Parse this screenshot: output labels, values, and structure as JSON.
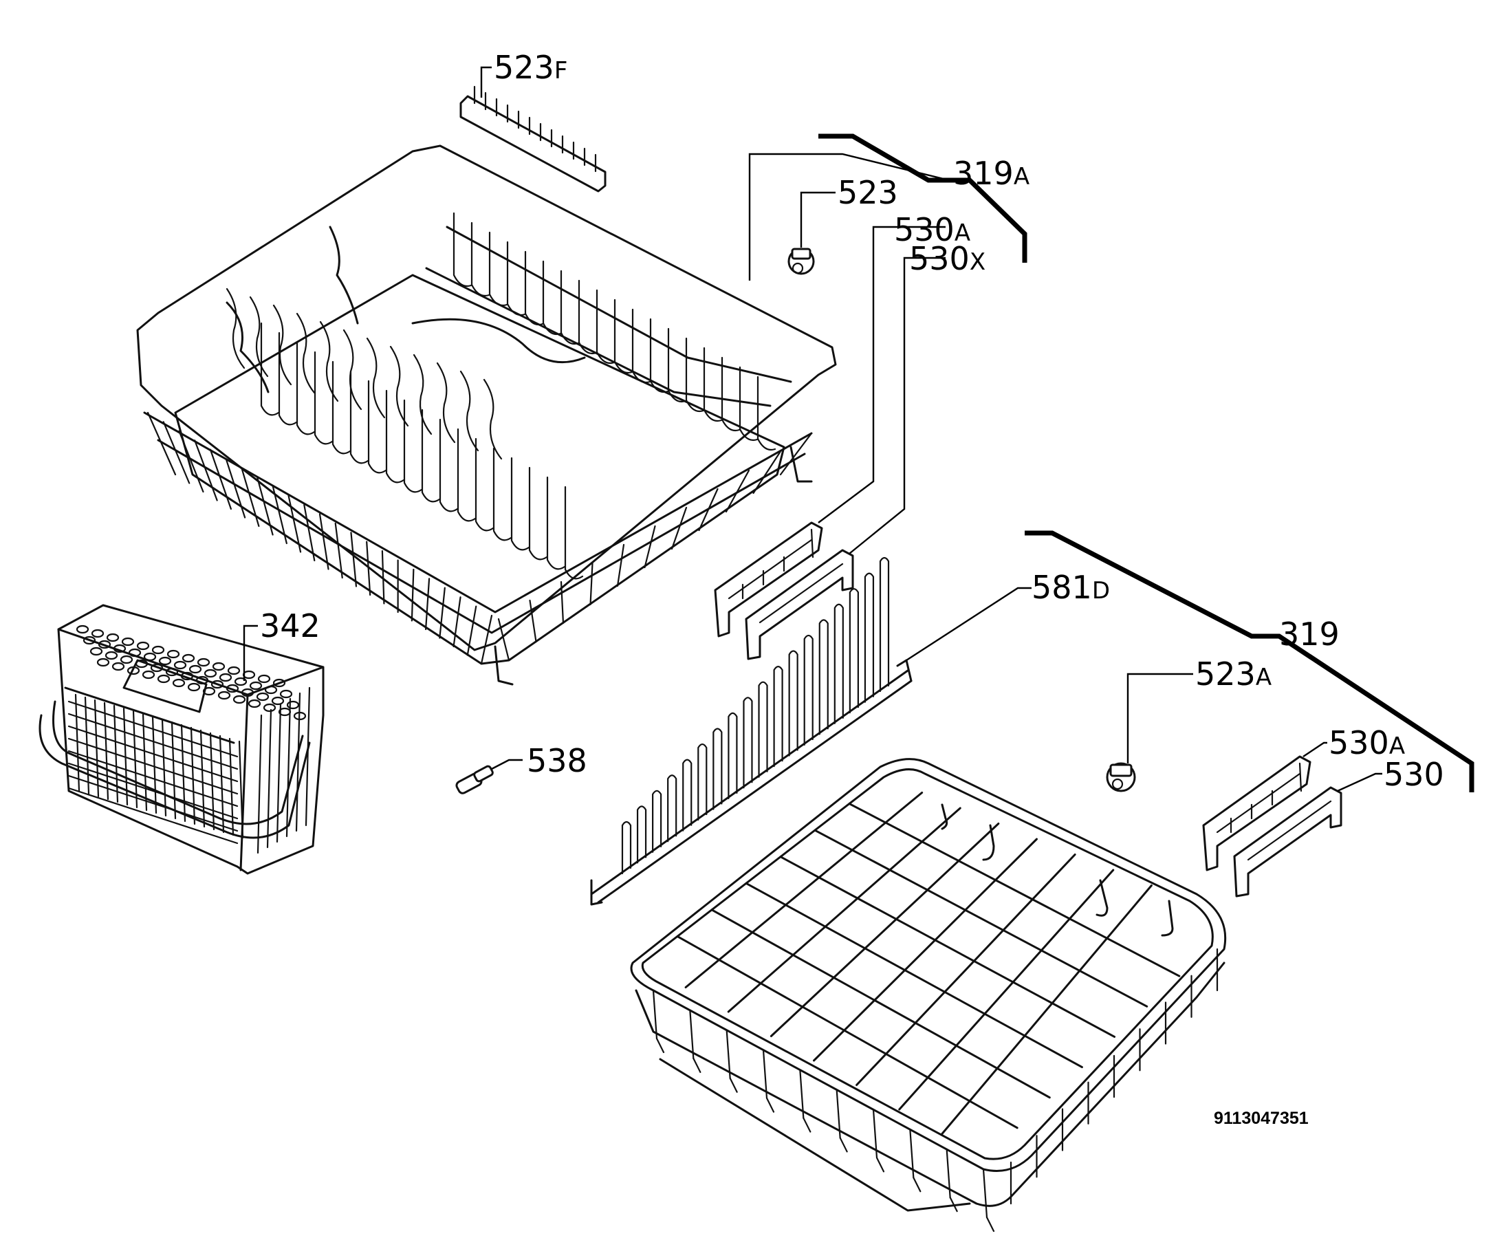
{
  "callouts": {
    "c523F": {
      "num": "523",
      "suffix": "F"
    },
    "c319A": {
      "num": "319",
      "suffix": "A"
    },
    "c523": {
      "num": "523",
      "suffix": ""
    },
    "c530A_upper": {
      "num": "530",
      "suffix": "A"
    },
    "c530X": {
      "num": "530",
      "suffix": "X"
    },
    "c342": {
      "num": "342",
      "suffix": ""
    },
    "c581D": {
      "num": "581",
      "suffix": "D"
    },
    "c319": {
      "num": "319",
      "suffix": ""
    },
    "c523A": {
      "num": "523",
      "suffix": "A"
    },
    "c530A_lower": {
      "num": "530",
      "suffix": "A"
    },
    "c530": {
      "num": "530",
      "suffix": ""
    },
    "c538": {
      "num": "538",
      "suffix": ""
    }
  },
  "document_number": "9113047351",
  "colors": {
    "line": "#000000",
    "background": "#ffffff"
  }
}
